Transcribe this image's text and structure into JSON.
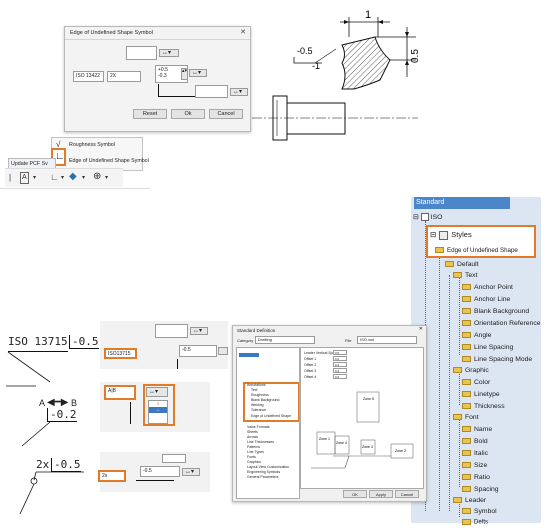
{
  "dialog": {
    "title": "Edge of Undefined Shape Symbol",
    "standard_value": "ISO 13422",
    "edge_value": "2X",
    "upper_deviation": "+0.5",
    "lower_deviation": "-0.3",
    "reset_label": "Reset",
    "ok_label": "Ok",
    "cancel_label": "Cancel"
  },
  "symbol_menu": {
    "items": [
      "Roughness Symbol",
      "Edge of Undefined Shape Symbol"
    ]
  },
  "toolbar": {
    "tooltip": "Update PCF Sv"
  },
  "drawing": {
    "dim_top": "1",
    "dim_right": "0.5",
    "leader_upper": "-0.5",
    "leader_lower": "-1"
  },
  "tree": {
    "header": "Standard",
    "items": [
      "ISO",
      "Styles",
      "Edge of Undefined Shape",
      "Default",
      "Text",
      "Anchor Point",
      "Anchor Line",
      "Blank Background",
      "Orientation Reference",
      "Angle",
      "Line Spacing",
      "Line Spacing Mode",
      "Graphic",
      "Color",
      "Linetype",
      "Thickness",
      "Font",
      "Name",
      "Bold",
      "Italic",
      "Size",
      "Ratio",
      "Spacing",
      "Leader",
      "Symbol",
      "Defts"
    ]
  },
  "examples": {
    "iso_label": "ISO 13715",
    "iso_value": "-0.5",
    "ab_a": "A",
    "ab_b": "B",
    "ab_value": "-0.2",
    "multi_label": "2x",
    "multi_value": "-0.5",
    "field_iso": "ISO13715",
    "field_ab": "A|B",
    "field_2x": "2x",
    "field_value_1": "-0.5",
    "field_value_2": "-0.5"
  },
  "std_window": {
    "title": "Standard Definition",
    "category_label": "Category",
    "category_value": "Drafting",
    "file_label": "File",
    "file_value": "ISO.xml",
    "tree_items": [
      "Annotations",
      "Text",
      "Roughness",
      "Blank Background",
      "Welding",
      "Tolerance",
      "Edge of Undefined Shape",
      "Value Formats",
      "Sheets",
      "Arrows",
      "Line Thicknesses",
      "Patterns",
      "Line Types",
      "Fonts",
      "Graphics",
      "Layout View Customization",
      "Engineering Symbols",
      "General Parameters"
    ],
    "props": [
      "Leader Vertical Space",
      "Offset 1",
      "Offset 2",
      "Offset 3",
      "Offset 4"
    ],
    "prop_values": [
      "0.5",
      "0.2",
      "0.2",
      "0.2",
      "0.2"
    ],
    "zones": [
      "Zone 5",
      "Zone 1",
      "Zone 4",
      "Zone 3",
      "Zone 2"
    ],
    "buttons": [
      "OK",
      "Apply",
      "Cancel"
    ]
  },
  "colors": {
    "accent": "#e07b2a",
    "tree_bg": "#dce6f2",
    "tree_header": "#4a86c8",
    "folder": "#e8c452"
  }
}
